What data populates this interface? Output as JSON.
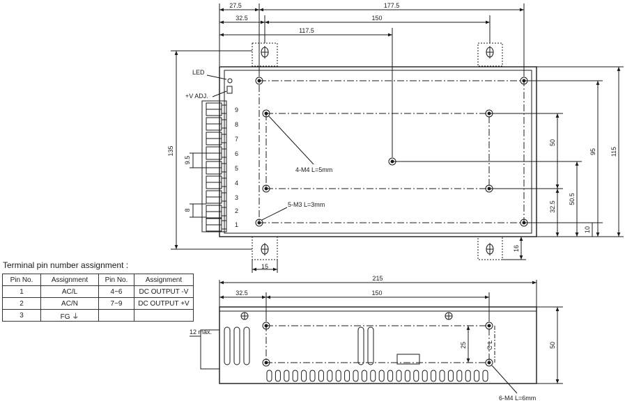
{
  "top_view": {
    "dims_top": [
      "27.5",
      "177.5",
      "32.5",
      "150",
      "117.5"
    ],
    "dim_left": "135",
    "dims_right": [
      "115",
      "95",
      "50",
      "50.5",
      "32.5",
      "10",
      "16"
    ],
    "dim_bottom_tab": "15",
    "pitch_terminal": "9.5",
    "pitch_small": "8",
    "led_label": "LED",
    "vadj_label": "+V ADJ.",
    "mount_note_1": "4-M4 L=5mm",
    "mount_note_2": "5-M3 L=3mm",
    "terminal_numbers": [
      "9",
      "8",
      "7",
      "6",
      "5",
      "4",
      "3",
      "2",
      "1"
    ]
  },
  "side_view": {
    "dim_length": "215",
    "dims_top": [
      "32.5",
      "150"
    ],
    "dim_height": "50",
    "dim_inner": "25",
    "center_mark": "C L",
    "terminal_protrusion": "12 max.",
    "mount_note": "6-M4 L=6mm"
  },
  "pin_table": {
    "title": "Terminal pin number assignment :",
    "headers": [
      "Pin No.",
      "Assignment",
      "Pin No.",
      "Assignment"
    ],
    "rows": [
      {
        "pin_a": "1",
        "assign_a": "AC/L",
        "pin_b": "4~6",
        "assign_b": "DC OUTPUT -V"
      },
      {
        "pin_a": "2",
        "assign_a": "AC/N",
        "pin_b": "7~9",
        "assign_b": "DC OUTPUT +V"
      },
      {
        "pin_a": "3",
        "assign_a": "FG",
        "pin_b": "",
        "assign_b": ""
      }
    ],
    "ground_symbol": "⏚"
  }
}
